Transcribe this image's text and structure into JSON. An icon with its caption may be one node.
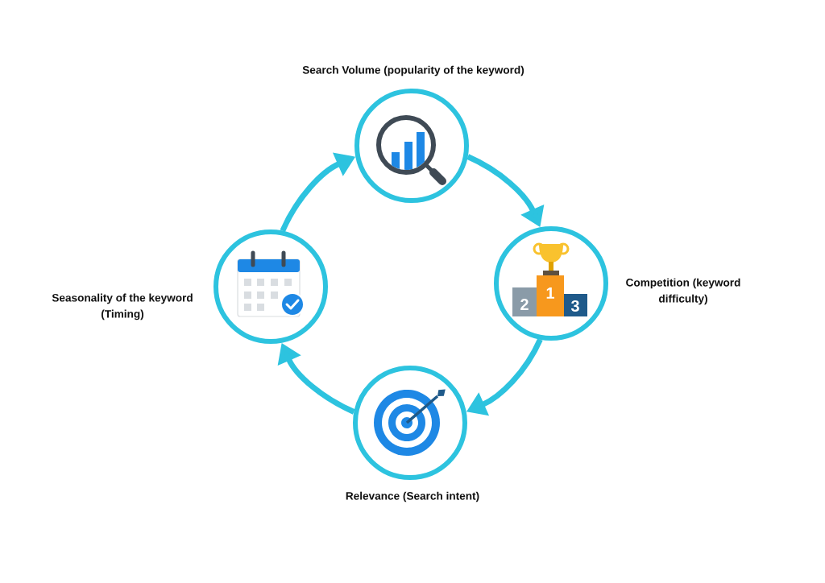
{
  "diagram": {
    "nodes": [
      {
        "text": [
          "Search Volume (popularity of the keyword)"
        ]
      },
      {
        "text": [
          "Competition (keyword difficulty)"
        ]
      },
      {
        "text": [
          "Relevance (Search intent)"
        ]
      },
      {
        "text": [
          "Seasonality of the keyword (Timing)"
        ]
      }
    ],
    "edges": [
      {
        "from": 0,
        "to": 1,
        "arrow": "to"
      },
      {
        "from": 1,
        "to": 2,
        "arrow": "to"
      },
      {
        "from": 2,
        "to": 3,
        "arrow": "to"
      },
      {
        "from": 3,
        "to": 0,
        "arrow": "to"
      }
    ],
    "labels": [
      "2",
      "1",
      "3"
    ]
  }
}
